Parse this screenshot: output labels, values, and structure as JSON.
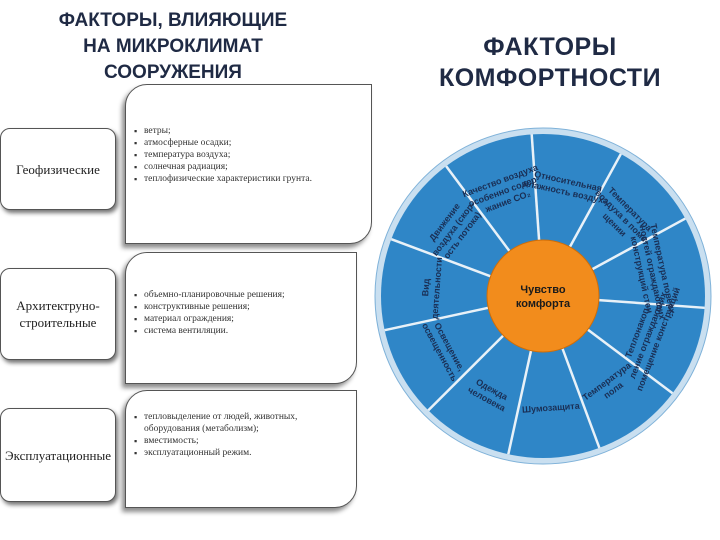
{
  "left_title": [
    "ФАКТОРЫ, ВЛИЯЮЩИЕ",
    "НА МИКРОКЛИМАТ",
    "СООРУЖЕНИЯ"
  ],
  "right_title": [
    "ФАКТОРЫ",
    "КОМФОРТНОСТИ"
  ],
  "factors": [
    {
      "label": "Геофизические",
      "items": [
        "ветры;",
        "атмосферные осадки;",
        "температура воздуха;",
        "солнечная радиация;",
        "теплофизические характеристики грунта."
      ]
    },
    {
      "label": "Архитектруно-строительные",
      "items": [
        "объемно-планировочные решения;",
        "конструктивные решения;",
        "материал ограждения;",
        "система вентиляции."
      ]
    },
    {
      "label": "Эксплуатационные",
      "items": [
        "тепловыделение от людей, животных, оборудования (метаболизм);",
        "вместимость;",
        "эксплуатационный режим."
      ]
    }
  ],
  "wheel": {
    "center": [
      "Чувство",
      "комфорта"
    ],
    "segments": [
      [
        "Относительная",
        "влажность воздуха"
      ],
      [
        "Температура",
        "воздуха в поме-",
        "щении"
      ],
      [
        "Температура поверх-",
        "ностей ограждающих",
        "конструкций стен"
      ],
      [
        "Теплонакоп-",
        "ление ограждающих",
        "помещение конструкций"
      ],
      [
        "Температура",
        "пола"
      ],
      [
        "Шумозащита"
      ],
      [
        "Одежда",
        "человека"
      ],
      [
        "Освещение,",
        "освещенность"
      ],
      [
        "Вид",
        "деятельности"
      ],
      [
        "Движение",
        "воздуха (скор-",
        "ость потока)"
      ],
      [
        "Качество воздуха",
        "особенно содер-",
        "жание CO₂"
      ]
    ],
    "colors": {
      "outer": "#2f86c7",
      "rim": "#c9dff0",
      "center": "#f28c1c",
      "text": "#1a2f55"
    }
  }
}
